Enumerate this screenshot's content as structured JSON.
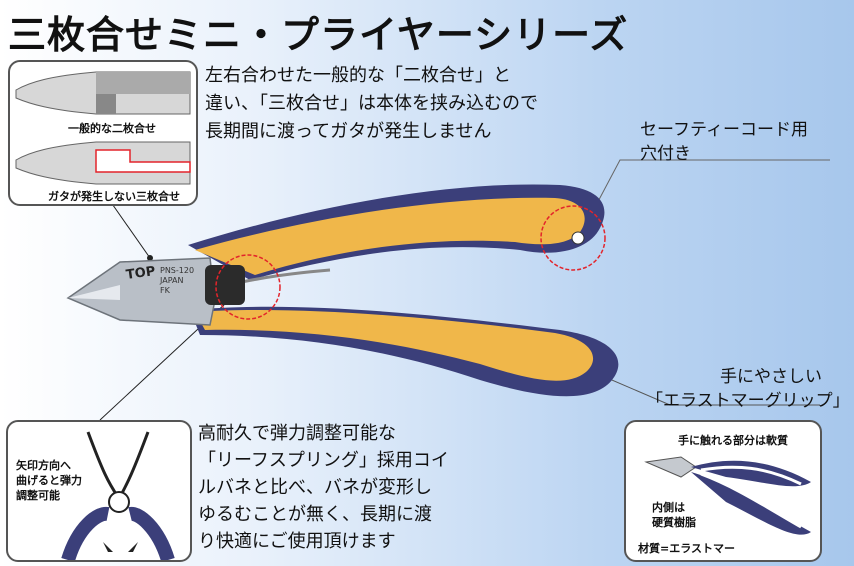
{
  "title": "三枚合せミニ・プライヤーシリーズ",
  "top_note": [
    "左右合わせた一般的な「二枚合せ」と",
    "違い、「三枚合せ」は本体を挟み込むので",
    "長期間に渡ってガタが発生しません"
  ],
  "box1": {
    "label_common": "一般的な二枚合せ",
    "label_three": "ガタが発生しない三枚合せ"
  },
  "safety_cord": [
    "セーフティーコード用",
    "穴付き"
  ],
  "pliers_markings": {
    "brand": "TOP",
    "model": "PNS-120",
    "country": "JAPAN",
    "code": "FK"
  },
  "grip_note": [
    "手にやさしい",
    "「エラストマーグリップ」"
  ],
  "spring_note": [
    "高耐久で弾力調整可能な",
    "「リーフスプリング」採用コイ",
    "ルバネと比べ、バネが変形し",
    "ゆるむことが無く、長期に渡",
    "り快適にご使用頂けます"
  ],
  "box2": [
    "矢印方向へ",
    "曲げると弾力",
    "調整可能"
  ],
  "box3": {
    "label_soft": "手に触れる部分は軟質",
    "label_hard": [
      "内側は",
      "硬質樹脂"
    ],
    "label_material": "材質=エラストマー"
  },
  "colors": {
    "grip_yellow": "#f0b74a",
    "grip_navy": "#3b3f7a",
    "highlight_red": "#e3242b",
    "bg_blue": "#a7c7ec"
  }
}
